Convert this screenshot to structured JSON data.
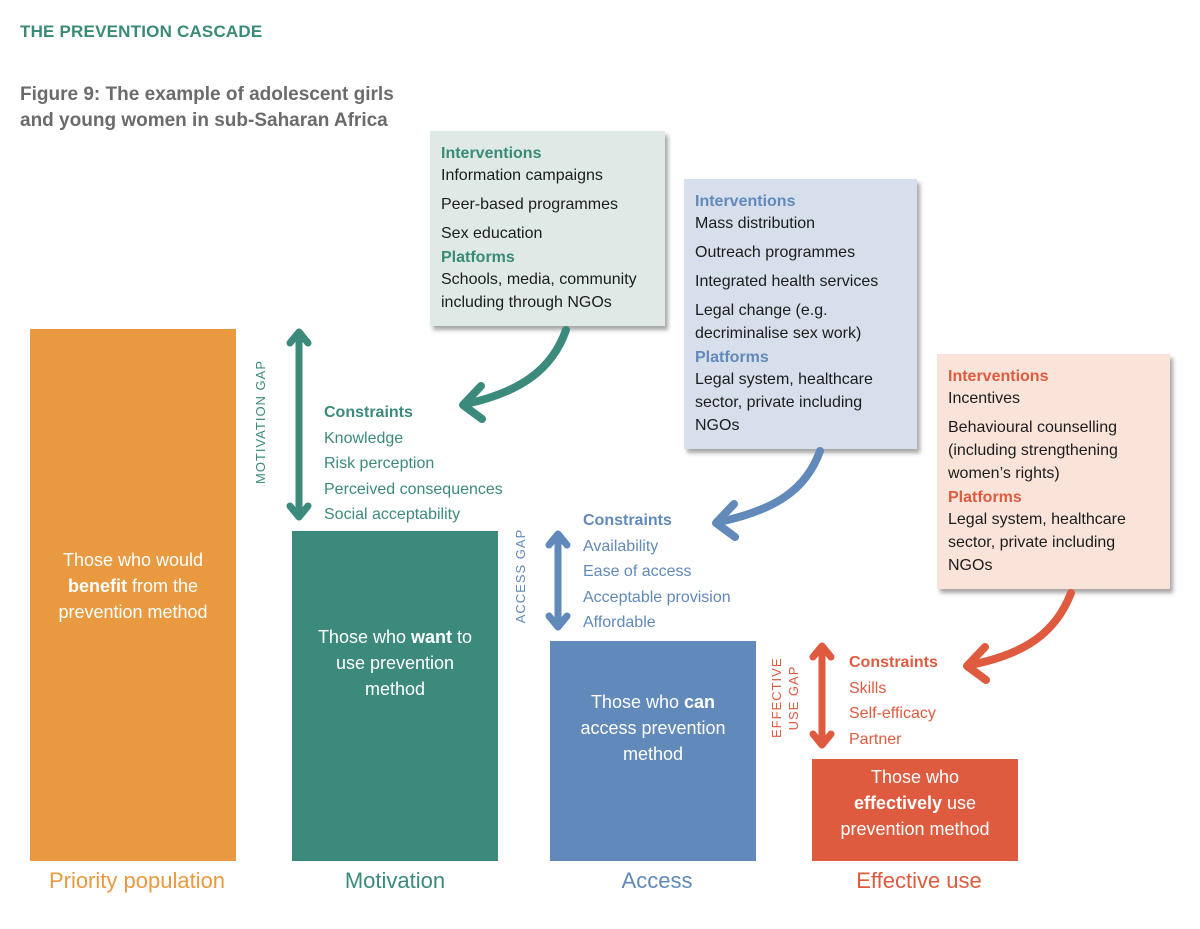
{
  "header": {
    "section_title": "THE PREVENTION CASCADE",
    "figure_title": "Figure 9: The example of adolescent girls and young women in sub-Saharan Africa"
  },
  "colors": {
    "priority": "#e9993f",
    "motivation": "#3c8a7c",
    "access": "#6189b9",
    "effective": "#de5b3f",
    "title_green": "#3a8a78",
    "title_grey": "#6b6b6b"
  },
  "stages": [
    {
      "category": "Priority population",
      "bar_text_pre": "Those who would",
      "bar_text_bold": "benefit",
      "bar_text_post": "from the prevention method"
    },
    {
      "category": "Motivation",
      "bar_text_pre": "Those who",
      "bar_text_bold": "want",
      "bar_text_post": "to use prevention method",
      "gap_label": "MOTIVATION GAP",
      "constraints_heading": "Constraints",
      "constraints": [
        "Knowledge",
        "Risk perception",
        "Perceived consequences",
        "Social acceptability"
      ],
      "interventions_heading": "Interventions",
      "interventions": [
        "Information campaigns",
        "Peer-based programmes",
        "Sex education"
      ],
      "platforms_heading": "Platforms",
      "platforms": "Schools, media, community including through NGOs"
    },
    {
      "category": "Access",
      "bar_text_pre": "Those who",
      "bar_text_bold": "can",
      "bar_text_post": "access prevention method",
      "gap_label": "ACCESS GAP",
      "constraints_heading": "Constraints",
      "constraints": [
        "Availability",
        "Ease of access",
        "Acceptable provision",
        "Affordable"
      ],
      "interventions_heading": "Interventions",
      "interventions": [
        "Mass distribution",
        "Outreach programmes",
        "Integrated health services",
        "Legal change (e.g. decriminalise sex work)"
      ],
      "platforms_heading": "Platforms",
      "platforms": "Legal system, healthcare sector, private including NGOs"
    },
    {
      "category": "Effective use",
      "bar_text_pre": "Those who",
      "bar_text_bold": "effectively",
      "bar_text_post": "use prevention method",
      "gap_label_line1": "EFFECTIVE",
      "gap_label_line2": "USE GAP",
      "constraints_heading": "Constraints",
      "constraints": [
        "Skills",
        "Self-efficacy",
        "Partner"
      ],
      "interventions_heading": "Interventions",
      "interventions": [
        "Incentives",
        "Behavioural counselling (including strengthening women’s rights)"
      ],
      "platforms_heading": "Platforms",
      "platforms": "Legal system, healthcare sector, private including NGOs"
    }
  ]
}
